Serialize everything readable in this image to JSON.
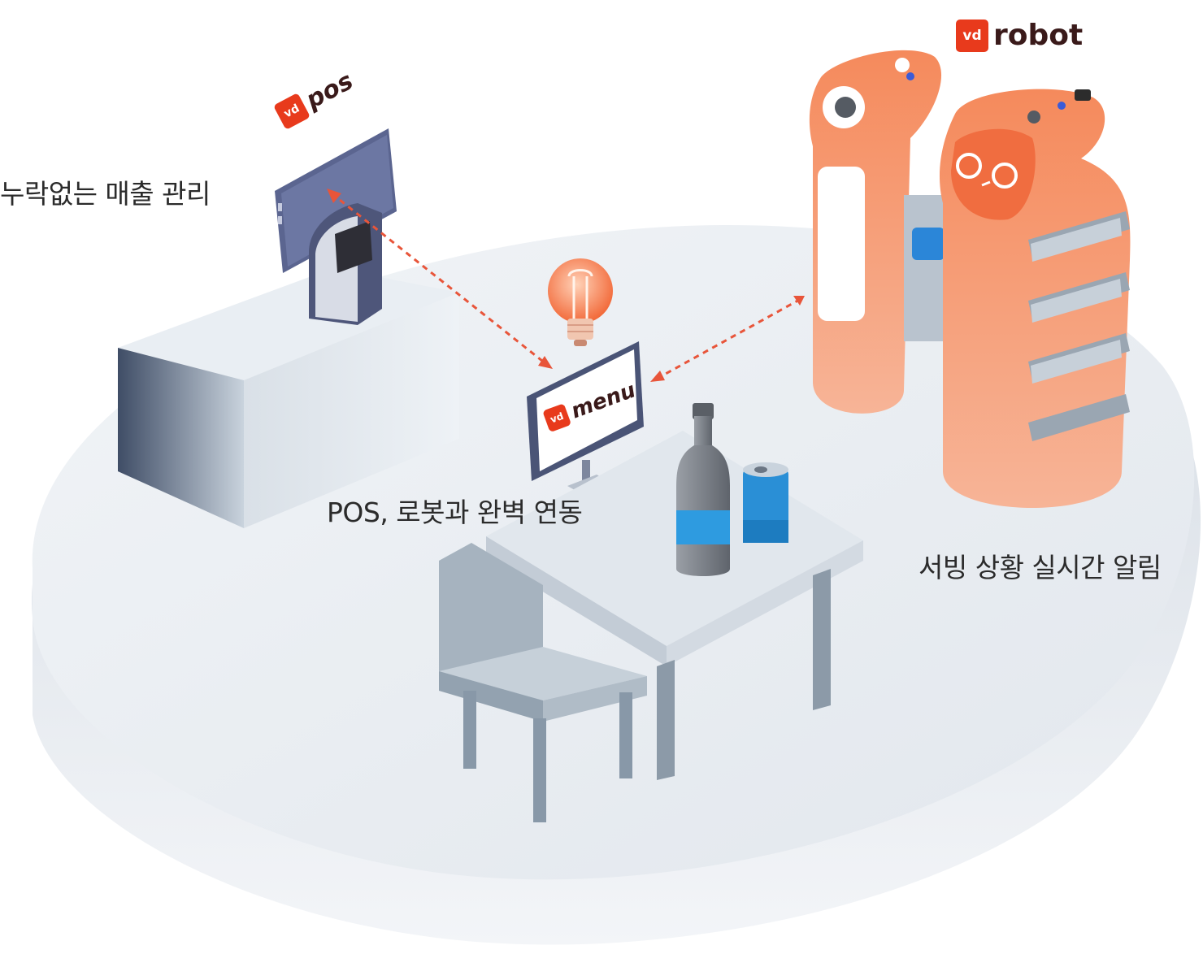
{
  "captions": {
    "sales": "누락없는 매출 관리",
    "link": "POS, 로봇과 완벽 연동",
    "robot": "서빙 상황 실시간 알림"
  },
  "brands": {
    "badge": "vd",
    "robot": "robot",
    "pos": "pos",
    "menu": "menu"
  },
  "colors": {
    "accent": "#e83a1c",
    "robot_orange": "#f5845a",
    "platform": "#e6ebf0",
    "link_arrow": "#e8553a",
    "can_blue": "#2e9be0"
  },
  "icons": [
    "pos-terminal-icon",
    "menu-tablet-icon",
    "serving-robot-icon",
    "lightbulb-icon",
    "bottle-icon",
    "can-icon"
  ]
}
